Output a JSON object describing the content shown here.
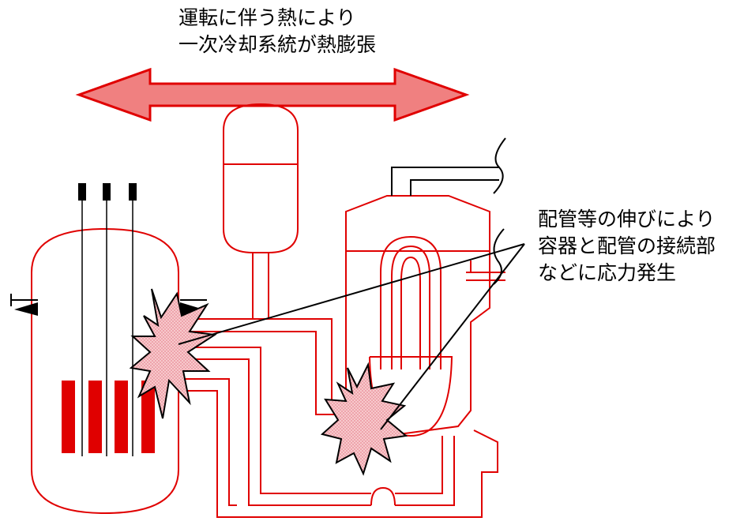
{
  "colors": {
    "pipe": "#e00000",
    "fuel_rod": "#e00000",
    "arrow_fill": "#f08080",
    "burst_fill": "#f7c9cc",
    "outline": "#000000",
    "background": "#ffffff"
  },
  "top_annotation": {
    "line1": "運転に伴う熱により",
    "line2": "一次冷却系統が熱膨張"
  },
  "right_annotation": {
    "line1": "配管等の伸びにより",
    "line2": "容器と配管の接続部",
    "line3": "などに応力発生"
  }
}
